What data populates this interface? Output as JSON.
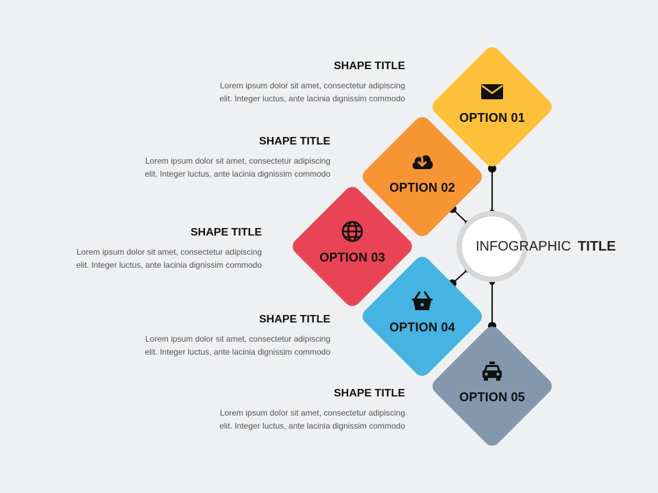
{
  "center": {
    "title_light": "INFOGRAPHIC",
    "title_bold": "TITLE"
  },
  "colors": {
    "option1": "#fec03a",
    "option2": "#f79434",
    "option3": "#e94455",
    "option4": "#46b4e2",
    "option5": "#8398ad",
    "connector": "#111111",
    "ring": "#d6d7d9"
  },
  "options": [
    {
      "label": "OPTION 01",
      "icon": "envelope-icon",
      "title": "SHAPE TITLE",
      "desc_line1": "Lorem ipsum dolor sit amet, consectetur adipiscing",
      "desc_line2": "elit. Integer luctus, ante lacinia dignissim commodo"
    },
    {
      "label": "OPTION 02",
      "icon": "cloud-download-icon",
      "title": "SHAPE TITLE",
      "desc_line1": "Lorem ipsum dolor sit amet, consectetur adipiscing",
      "desc_line2": "elit. Integer luctus, ante lacinia dignissim commodo"
    },
    {
      "label": "OPTION 03",
      "icon": "globe-icon",
      "title": "SHAPE TITLE",
      "desc_line1": "Lorem ipsum dolor sit amet, consectetur adipiscing",
      "desc_line2": "elit. Integer luctus, ante lacinia dignissim commodo"
    },
    {
      "label": "OPTION 04",
      "icon": "shopping-basket-icon",
      "title": "SHAPE TITLE",
      "desc_line1": "Lorem ipsum dolor sit amet, consectetur adipiscing",
      "desc_line2": "elit. Integer luctus, ante lacinia dignissim commodo"
    },
    {
      "label": "OPTION 05",
      "icon": "taxi-icon",
      "title": "SHAPE TITLE",
      "desc_line1": "Lorem ipsum dolor sit amet, consectetur adipiscing",
      "desc_line2": "elit. Integer luctus, ante lacinia dignissim commodo"
    }
  ]
}
